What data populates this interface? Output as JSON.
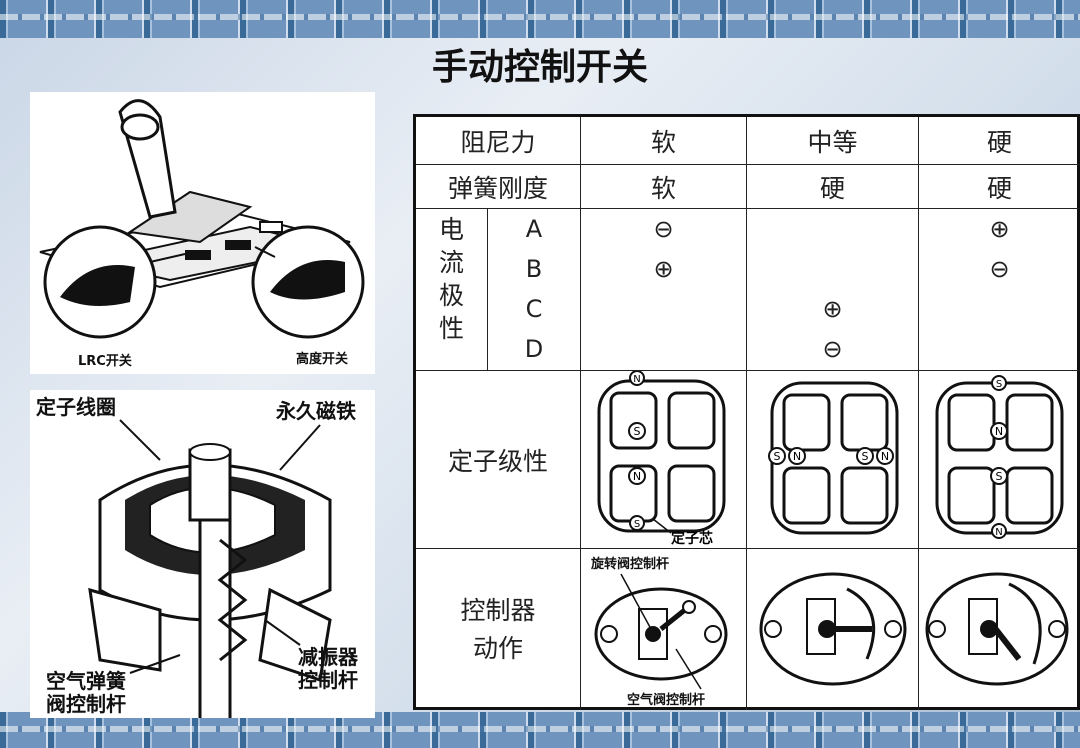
{
  "title": "手动控制开关",
  "switch_panel": {
    "lrc_label": "LRC开关",
    "height_label": "高度开关"
  },
  "actuator_panel": {
    "stator_coil": "定子线圈",
    "magnet": "永久磁铁",
    "damper_rod": "减振器\n控制杆",
    "air_valve_rod": "空气弹簧\n阀控制杆"
  },
  "table": {
    "rows": {
      "damping": "阻尼力",
      "stiffness": "弹簧刚度",
      "polarity": "电\n流\n极\n性",
      "stator": "定子级性",
      "action": "控制器\n动作"
    },
    "columns": [
      {
        "damping": "软",
        "stiffness": "软"
      },
      {
        "damping": "中等",
        "stiffness": "硬"
      },
      {
        "damping": "硬",
        "stiffness": "硬"
      }
    ],
    "letters": [
      "A",
      "B",
      "C",
      "D"
    ],
    "polarity": {
      "soft": {
        "A": "⊖",
        "B": "⊕"
      },
      "medium": {
        "C": "⊕",
        "D": "⊖"
      },
      "hard": {
        "A": "⊕",
        "B": "⊖"
      }
    },
    "stator_labels": {
      "N": "N",
      "S": "S",
      "core": "定子芯"
    },
    "action_labels": {
      "rotary_rod": "旋转阀控制杆",
      "air_rod": "空气阀控制杆"
    }
  }
}
